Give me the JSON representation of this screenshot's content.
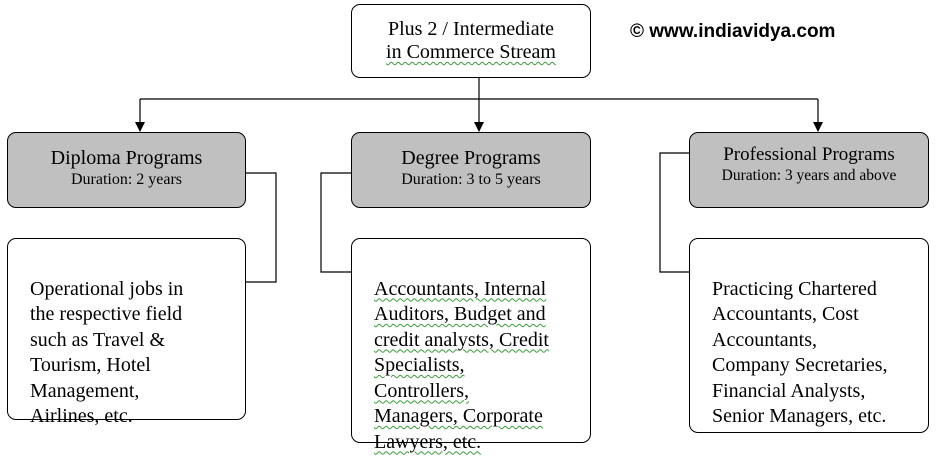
{
  "root": {
    "line1": "Plus 2 / Intermediate",
    "line2": "in Commerce Stream"
  },
  "watermark": "© www.indiavidya.com",
  "programs": [
    {
      "title": "Diploma Programs",
      "duration": "Duration: 2 years",
      "careers": "Operational jobs in\nthe respective field\nsuch as Travel &\nTourism, Hotel\nManagement,\nAirlines, etc."
    },
    {
      "title": "Degree Programs",
      "duration": "Duration: 3 to 5 years",
      "careers": "Accountants, Internal\nAuditors, Budget and\ncredit analysts, Credit\nSpecialists,\nControllers,\nManagers, Corporate\nLawyers, etc."
    },
    {
      "title": "Professional Programs",
      "duration": "Duration: 3 years and above",
      "careers": "Practicing Chartered\nAccountants,  Cost\nAccountants,\nCompany Secretaries,\nFinancial Analysts,\nSenior Managers, etc."
    }
  ],
  "colors": {
    "program_box": "#c0c0c0",
    "career_box": "#ffffff",
    "spellcheck_underline": "#3a9a3a"
  }
}
